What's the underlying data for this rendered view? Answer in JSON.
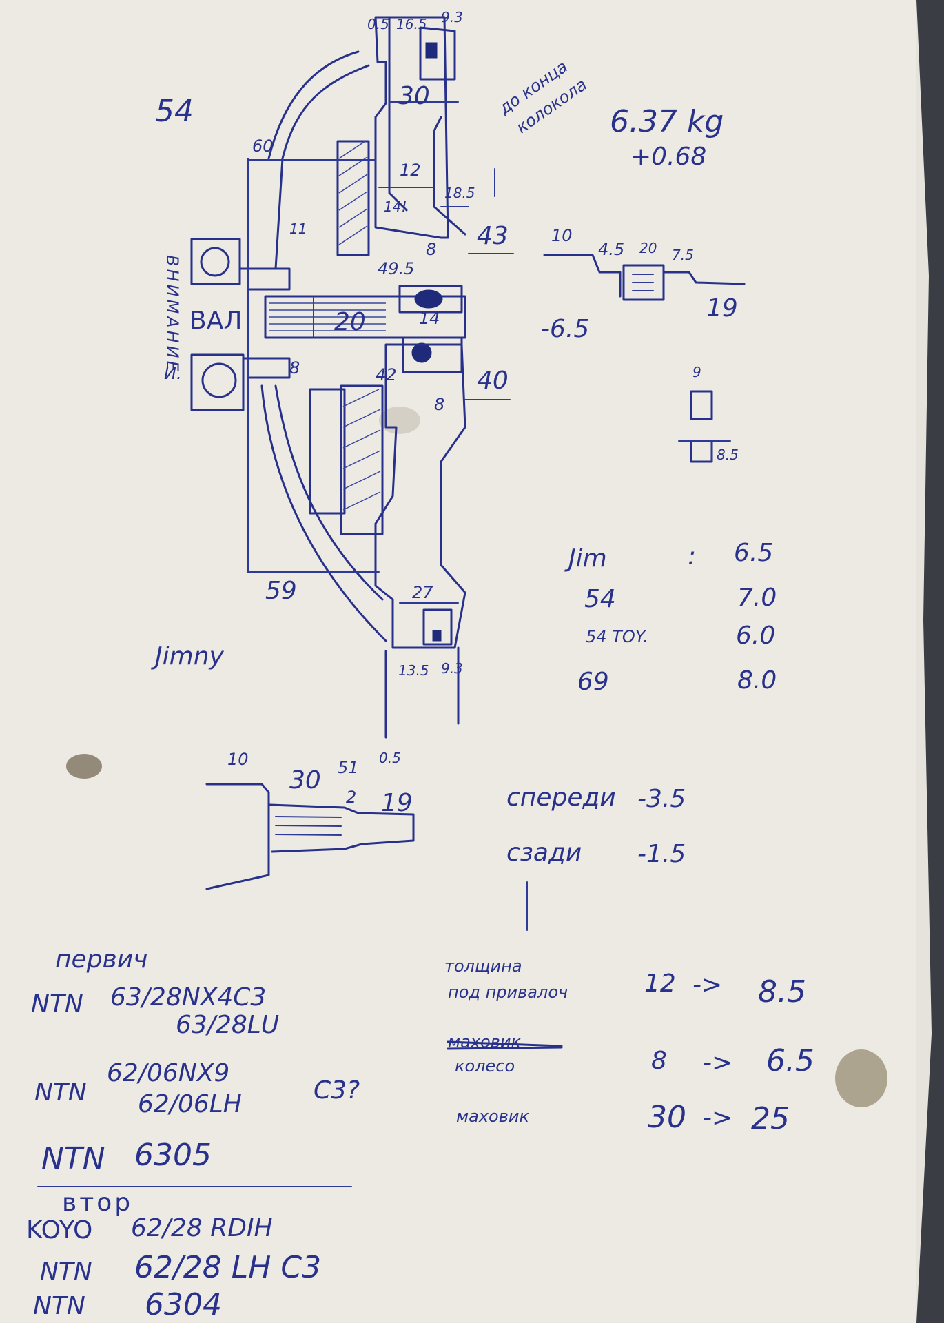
{
  "page": {
    "paper_color": "#eceae3",
    "ink_color": "#28318c"
  },
  "top_left": {
    "id": "54",
    "dim_60": "60",
    "label_jimny": "Jimny",
    "dim_59": "59"
  },
  "shaft": {
    "vertical_label": "ВНИМАНИЕ",
    "shaft_label": "ВАЛ",
    "subtitle": "И."
  },
  "drawing_dims": {
    "d0_5_top": "0.5",
    "d16_5": "16.5",
    "d9_3_top": "9.3",
    "d30": "30",
    "d12": "12",
    "d14": "14!",
    "d18_5": "18.5",
    "d11": "11",
    "d8_top": "8",
    "d49_5": "49.5",
    "d20": "20",
    "d14b": "14",
    "d8_left": "8",
    "d42": "42",
    "d8_bottom": "8",
    "d43": "43",
    "d40": "40",
    "d27": "27",
    "d13_5": "13.5",
    "d9_3_bottom": "9.3"
  },
  "bell_note": {
    "line1": "до конца",
    "line2": "колокола"
  },
  "weight": {
    "main": "6.37 kg",
    "delta": "+0.68"
  },
  "right_profile": {
    "d10": "10",
    "d4_5": "4.5",
    "d20": "20",
    "d7_5": "7.5",
    "d19": "19",
    "minus": "-6.5"
  },
  "small_part": {
    "d9": "9",
    "d8_5": "8.5"
  },
  "table": {
    "rows": [
      {
        "name": "Jim",
        "sep": ":",
        "value": "6.5"
      },
      {
        "name": "54",
        "sep": "",
        "value": "7.0"
      },
      {
        "name": "54 TOY.",
        "sep": "",
        "value": "6.0"
      },
      {
        "name": "69",
        "sep": "",
        "value": "8.0"
      }
    ]
  },
  "lower_profile": {
    "d10": "10",
    "d30": "30",
    "d51": "51",
    "d0_5": "0.5",
    "d2": "2",
    "d19": "19"
  },
  "front_rear": {
    "front_label": "спереди",
    "front_value": "-3.5",
    "rear_label": "сзади",
    "rear_value": "-1.5"
  },
  "thickness": {
    "rows": [
      {
        "label_line1": "толщина",
        "label_line2": "под привалоч",
        "from": "12",
        "arrow": "->",
        "to": "8.5"
      },
      {
        "label_struck": "маховик",
        "label_line1": "колесо",
        "from": "8",
        "arrow": "->",
        "to": "6.5"
      },
      {
        "label_line1": "маховик",
        "from": "30",
        "arrow": "->",
        "to": "25"
      }
    ]
  },
  "bearings": {
    "primary_title": "первич",
    "primary_a": {
      "brand": "NTN",
      "code": "63/28NX4C3",
      "alt": "63/28LU"
    },
    "primary_b": {
      "brand": "NTN",
      "code": "62/06NX9",
      "alt": "62/06LH",
      "note": "C3?"
    },
    "primary_c": {
      "brand": "NTN",
      "code": "6305"
    },
    "secondary_title": "втор",
    "secondary": [
      {
        "brand": "KOYO",
        "code": "62/28 RDIH"
      },
      {
        "brand": "NTN",
        "code": "62/28 LH C3"
      },
      {
        "brand": "NTN",
        "code": "6304"
      }
    ]
  }
}
